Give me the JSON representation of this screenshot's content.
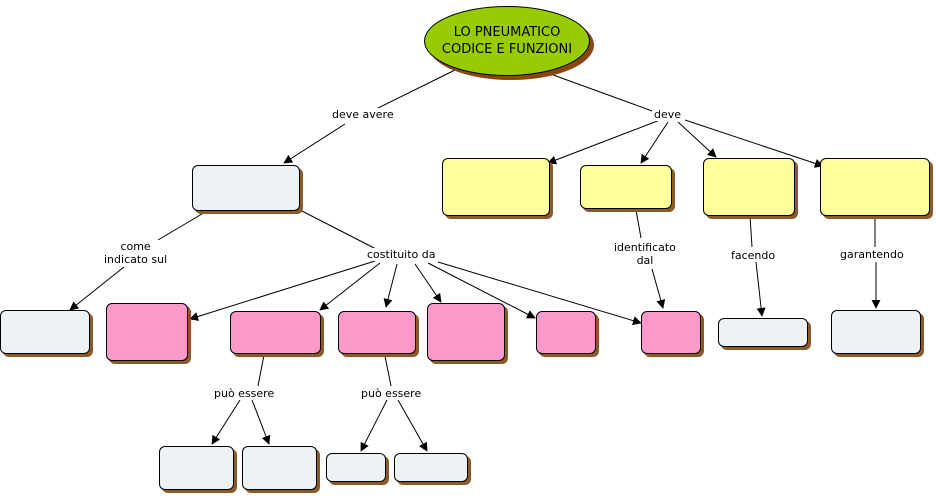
{
  "root": {
    "line1": "LO PNEUMATICO",
    "line2": "CODICE E FUNZIONI",
    "color": "#99cc00"
  },
  "links": {
    "deve_avere": "deve avere",
    "deve": "deve",
    "come_line1": "come",
    "come_line2": "indicato sul",
    "costituito_da": "costituito da",
    "identificato_line1": "identificato",
    "identificato_line2": "dal",
    "facendo": "facendo",
    "garantendo": "garantendo",
    "puo_essere_1": "può essere",
    "puo_essere_2": "può essere"
  },
  "colors": {
    "gray_box": "#edf2f4",
    "pink_box": "#fd98cb",
    "yellow_box": "#ffff9e",
    "shadow": "#8b5a2b"
  }
}
